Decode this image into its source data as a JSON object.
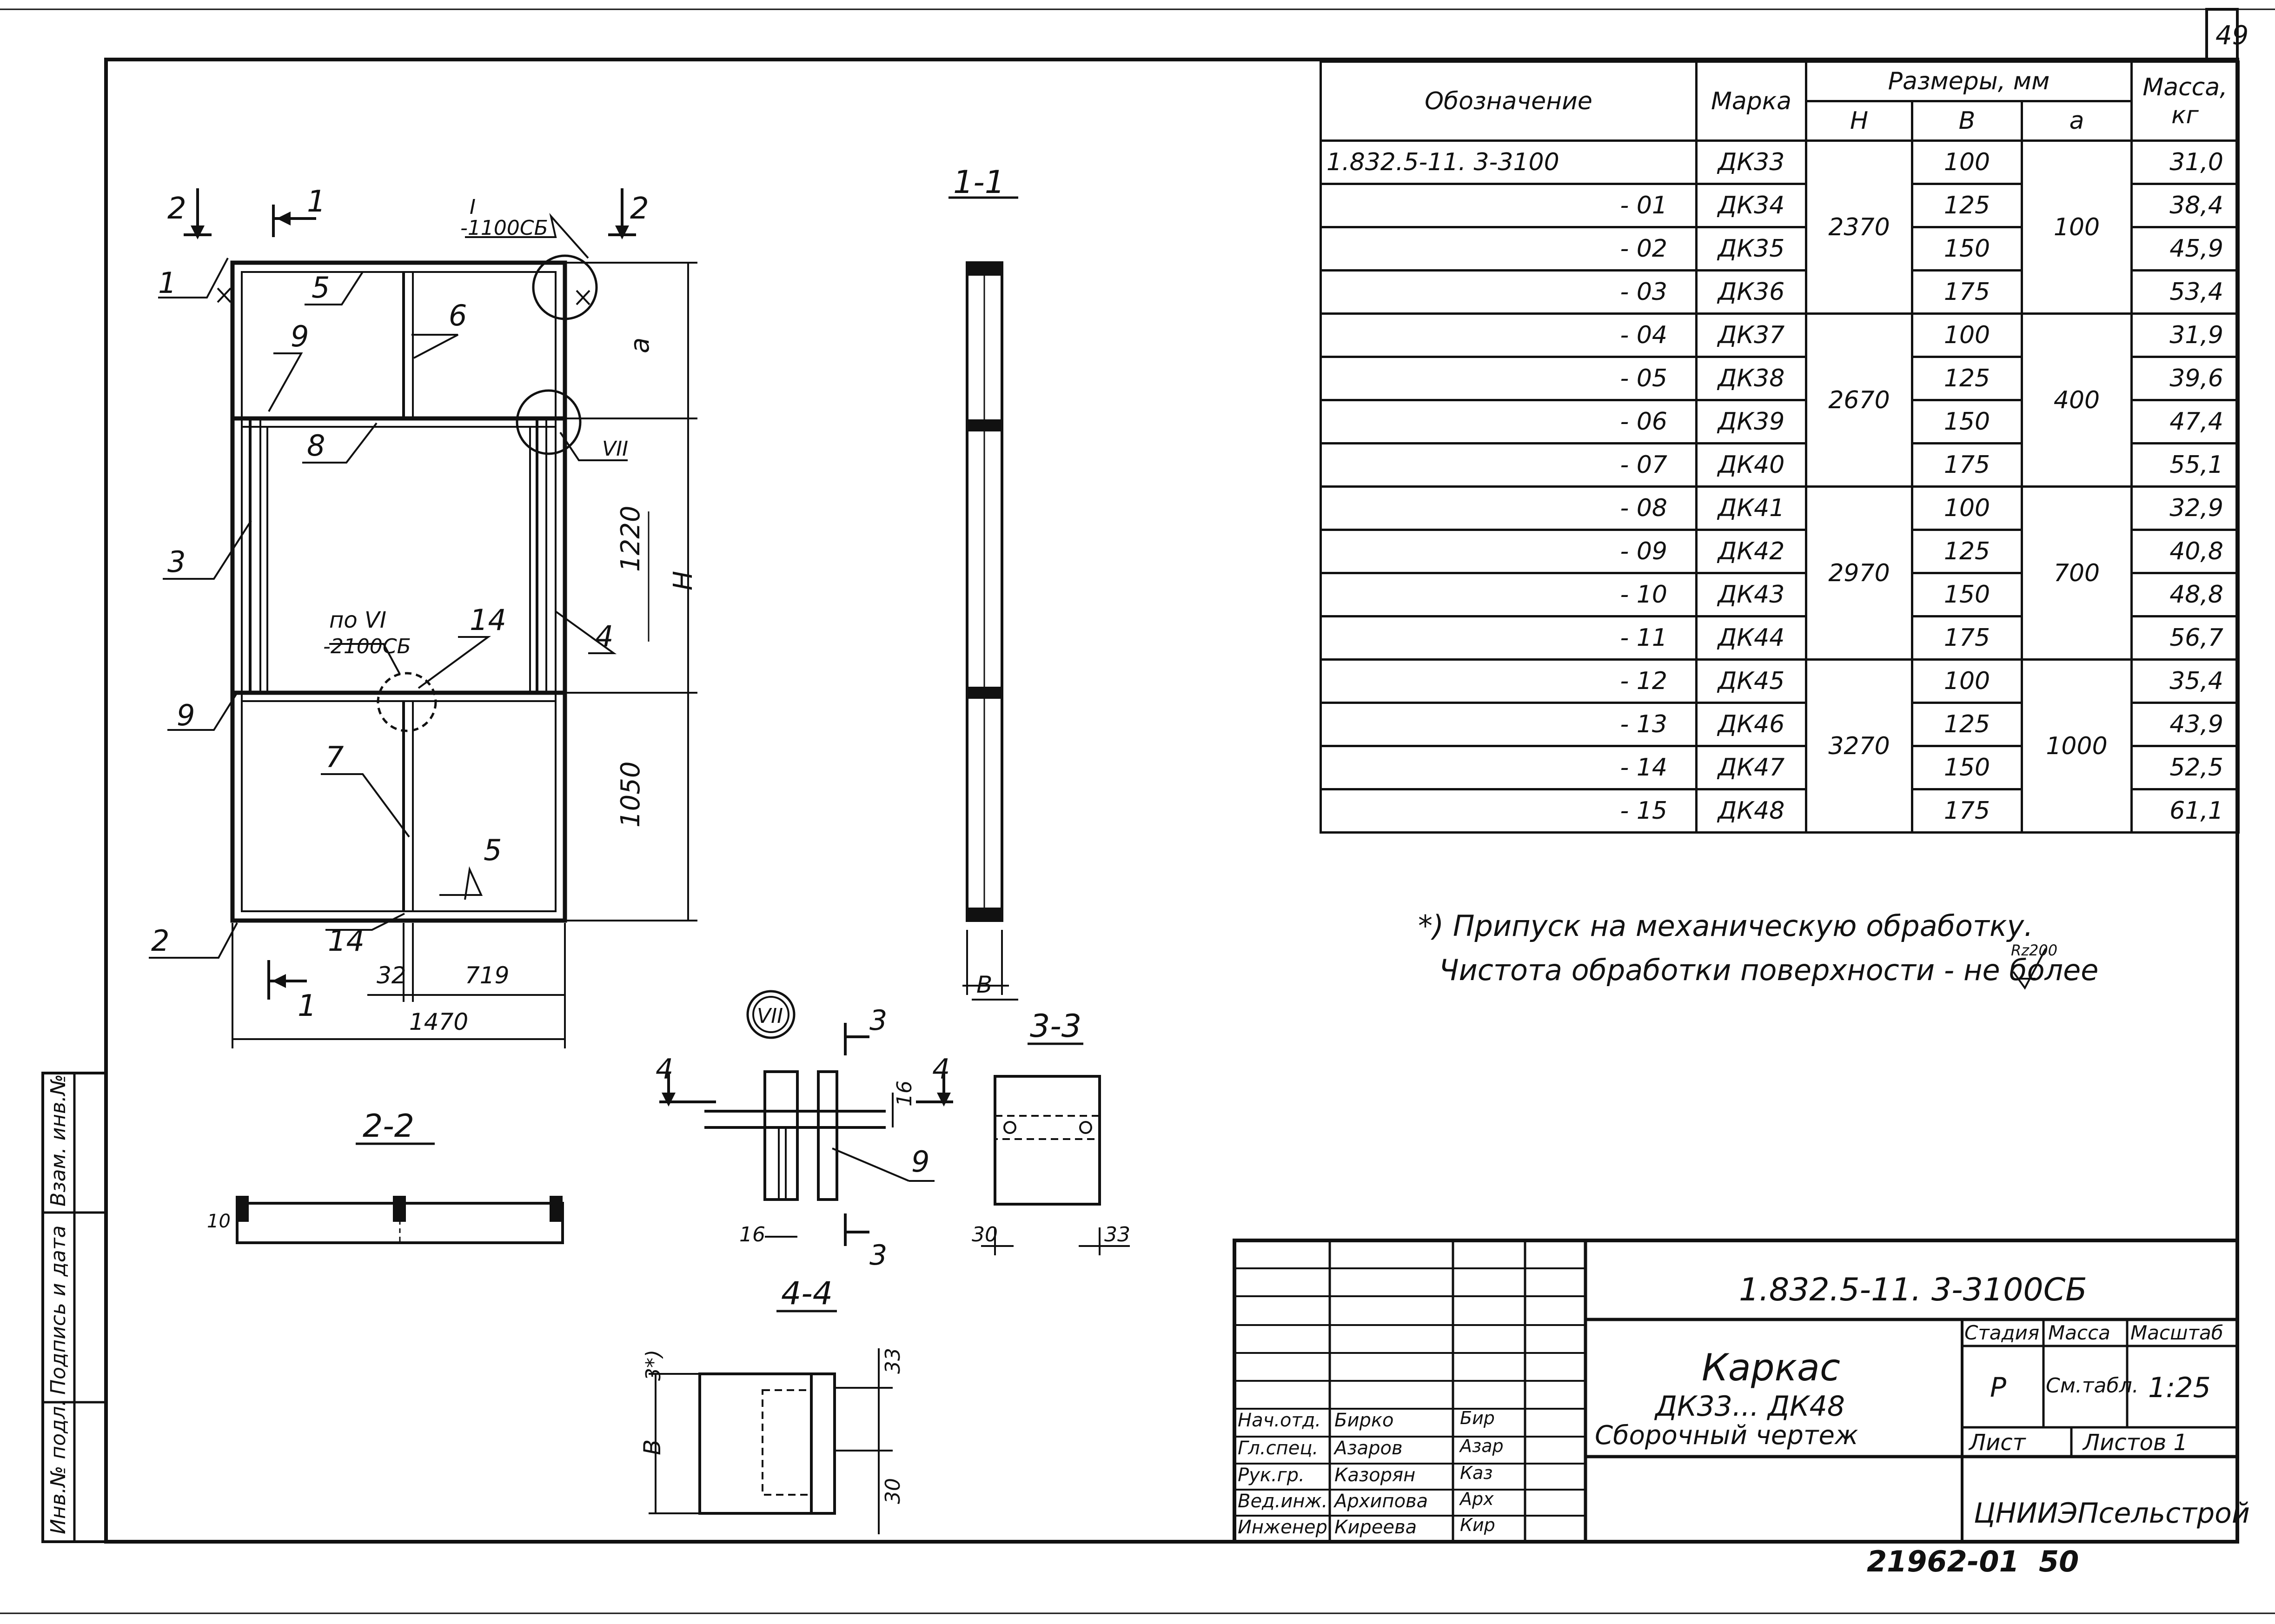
{
  "sheet_number": "49",
  "side_stamp": {
    "inv_no": "Инв.№ подл.",
    "signature_date": "Подпись и дата",
    "replace_inv": "Взам. инв.№"
  },
  "spec_table": {
    "headers": {
      "designation": "Обозначение",
      "mark": "Марка",
      "dimensions": "Размеры, мм",
      "H": "H",
      "B": "B",
      "a": "a",
      "mass": "Масса,",
      "mass_unit": "кг"
    },
    "rows": [
      {
        "designation": "1.832.5-11. 3-3100",
        "mark": "ДК33",
        "B": "100",
        "mass": "31,0"
      },
      {
        "designation": "- 01",
        "mark": "ДК34",
        "B": "125",
        "mass": "38,4"
      },
      {
        "designation": "- 02",
        "mark": "ДК35",
        "B": "150",
        "mass": "45,9"
      },
      {
        "designation": "- 03",
        "mark": "ДК36",
        "B": "175",
        "mass": "53,4"
      },
      {
        "designation": "- 04",
        "mark": "ДК37",
        "B": "100",
        "mass": "31,9"
      },
      {
        "designation": "- 05",
        "mark": "ДК38",
        "B": "125",
        "mass": "39,6"
      },
      {
        "designation": "- 06",
        "mark": "ДК39",
        "B": "150",
        "mass": "47,4"
      },
      {
        "designation": "- 07",
        "mark": "ДК40",
        "B": "175",
        "mass": "55,1"
      },
      {
        "designation": "- 08",
        "mark": "ДК41",
        "B": "100",
        "mass": "32,9"
      },
      {
        "designation": "- 09",
        "mark": "ДК42",
        "B": "125",
        "mass": "40,8"
      },
      {
        "designation": "- 10",
        "mark": "ДК43",
        "B": "150",
        "mass": "48,8"
      },
      {
        "designation": "- 11",
        "mark": "ДК44",
        "B": "175",
        "mass": "56,7"
      },
      {
        "designation": "- 12",
        "mark": "ДК45",
        "B": "100",
        "mass": "35,4"
      },
      {
        "designation": "- 13",
        "mark": "ДК46",
        "B": "125",
        "mass": "43,9"
      },
      {
        "designation": "- 14",
        "mark": "ДК47",
        "B": "150",
        "mass": "52,5"
      },
      {
        "designation": "- 15",
        "mark": "ДК48",
        "B": "175",
        "mass": "61,1"
      }
    ],
    "groups": [
      {
        "H": "2370",
        "a": "100"
      },
      {
        "H": "2670",
        "a": "400"
      },
      {
        "H": "2970",
        "a": "700"
      },
      {
        "H": "3270",
        "a": "1000"
      }
    ]
  },
  "notes": {
    "line1": "*) Припуск на механическую обработку.",
    "line2": "Чистота обработки поверхности - не более",
    "roughness": "Rz200"
  },
  "drawing": {
    "section_1_1": "1-1",
    "section_2_2": "2-2",
    "section_3_3": "3-3",
    "section_4_4": "4-4",
    "node_7": "VII",
    "node_ref_1": "I",
    "node_ref_1_doc": "-1100СБ",
    "node_ref_6": "по VI",
    "node_ref_6_doc": "-2100СБ",
    "cut_2": "2",
    "cut_1": "1",
    "cut_3": "3",
    "cut_4": "4",
    "dim_a": "a",
    "dim_1220": "1220",
    "dim_H": "H",
    "dim_1050": "1050",
    "dim_32": "32",
    "dim_719": "719",
    "dim_1470": "1470",
    "dim_B": "B",
    "dim_16": "16",
    "dim_30": "30",
    "dim_33": "33",
    "dim_3star": "3*)",
    "weld_mark": "10",
    "positions": [
      "1",
      "2",
      "3",
      "4",
      "5",
      "6",
      "7",
      "8",
      "9",
      "14"
    ]
  },
  "title_block": {
    "doc_code": "1.832.5-11. 3-3100СБ",
    "name1": "Каркас",
    "name2": "ДК33... ДК48",
    "name3": "Сборочный чертеж",
    "stage_label": "Стадия",
    "mass_label": "Масса",
    "scale_label": "Масштаб",
    "stage": "Р",
    "mass": "См.табл.",
    "scale": "1:25",
    "sheet_label": "Лист",
    "sheets_label": "Листов 1",
    "org": "ЦНИИЭПсельстрой",
    "people": [
      {
        "role": "Нач.отд.",
        "name": "Бирко",
        "sign": "Бир"
      },
      {
        "role": "Гл.спец.",
        "name": "Азаров",
        "sign": "Азар"
      },
      {
        "role": "Рук.гр.",
        "name": "Казорян",
        "sign": "Каз"
      },
      {
        "role": "Вед.инж.",
        "name": "Архипова",
        "sign": "Арх"
      },
      {
        "role": "Инженер",
        "name": "Киреева",
        "sign": "Кир"
      }
    ]
  },
  "footer": {
    "archive_no": "21962-01",
    "page": "50"
  }
}
